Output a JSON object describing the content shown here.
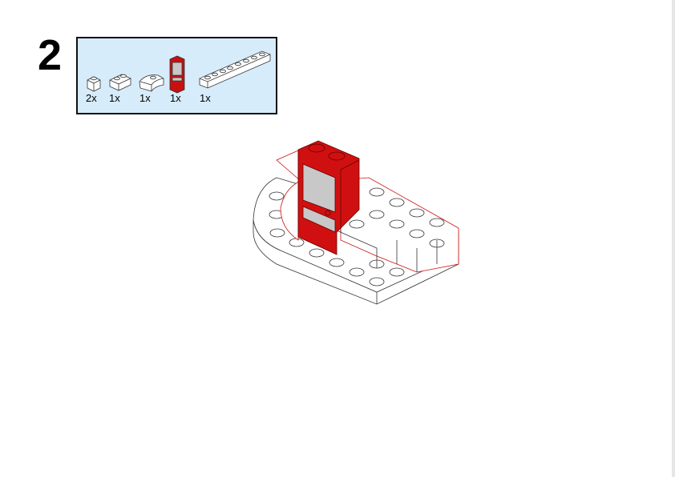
{
  "step_number": "2",
  "parts": [
    {
      "name": "brick-1x1-white",
      "qty": "2x"
    },
    {
      "name": "brick-1x2-white",
      "qty": "1x"
    },
    {
      "name": "brick-round-corner-white",
      "qty": "1x"
    },
    {
      "name": "door-frame-red",
      "qty": "1x"
    },
    {
      "name": "brick-1x8-white",
      "qty": "1x"
    }
  ],
  "colors": {
    "highlight": "#d01010",
    "parts_bg": "#d6ecfb",
    "door_glass": "#c8c8c8"
  }
}
